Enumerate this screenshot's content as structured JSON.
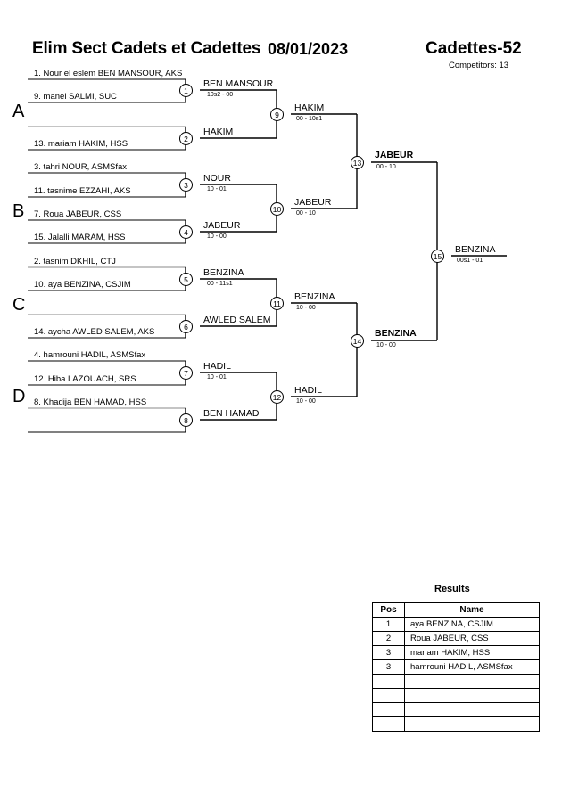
{
  "header": {
    "title": "Elim Sect Cadets et Cadettes",
    "date": "08/01/2023",
    "category": "Cadettes-52",
    "competitors": "Competitors: 13"
  },
  "sections": [
    {
      "letter": "A"
    },
    {
      "letter": "B"
    },
    {
      "letter": "C"
    },
    {
      "letter": "D"
    }
  ],
  "entries": [
    {
      "label": "1. Nour el eslem BEN MANSOUR, AKS"
    },
    {
      "label": "9. manel SALMI, SUC"
    },
    {
      "label": ""
    },
    {
      "label": "13. mariam HAKIM, HSS"
    },
    {
      "label": "3. tahri NOUR, ASMSfax"
    },
    {
      "label": "11. tasnime EZZAHI, AKS"
    },
    {
      "label": "7. Roua JABEUR, CSS"
    },
    {
      "label": "15. Jalalli MARAM, HSS"
    },
    {
      "label": "2. tasnim DKHIL, CTJ"
    },
    {
      "label": "10. aya BENZINA, CSJIM"
    },
    {
      "label": ""
    },
    {
      "label": "14. aycha AWLED SALEM, AKS"
    },
    {
      "label": "4. hamrouni HADIL, ASMSfax"
    },
    {
      "label": "12. Hiba LAZOUACH, SRS"
    },
    {
      "label": "8. Khadija BEN HAMAD, HSS"
    },
    {
      "label": ""
    }
  ],
  "matches": [
    {
      "num": "1",
      "winner": "BEN MANSOUR",
      "score": "10s2 - 00",
      "bold": false
    },
    {
      "num": "2",
      "winner": "HAKIM",
      "score": "",
      "bold": false
    },
    {
      "num": "3",
      "winner": "NOUR",
      "score": "10 - 01",
      "bold": false
    },
    {
      "num": "4",
      "winner": "JABEUR",
      "score": "10 - 00",
      "bold": false
    },
    {
      "num": "5",
      "winner": "BENZINA",
      "score": "00 - 11s1",
      "bold": false
    },
    {
      "num": "6",
      "winner": "AWLED SALEM",
      "score": "",
      "bold": false
    },
    {
      "num": "7",
      "winner": "HADIL",
      "score": "10 - 01",
      "bold": false
    },
    {
      "num": "8",
      "winner": "BEN HAMAD",
      "score": "",
      "bold": false
    },
    {
      "num": "9",
      "winner": "HAKIM",
      "score": "00 - 10s1",
      "bold": false
    },
    {
      "num": "10",
      "winner": "JABEUR",
      "score": "00 - 10",
      "bold": false
    },
    {
      "num": "11",
      "winner": "BENZINA",
      "score": "10 - 00",
      "bold": false
    },
    {
      "num": "12",
      "winner": "HADIL",
      "score": "10 - 00",
      "bold": false
    },
    {
      "num": "13",
      "winner": "JABEUR",
      "score": "00 - 10",
      "bold": true
    },
    {
      "num": "14",
      "winner": "BENZINA",
      "score": "10 - 00",
      "bold": true
    },
    {
      "num": "15",
      "winner": "BENZINA",
      "score": "00s1 - 01",
      "bold": false
    }
  ],
  "results": {
    "title": "Results",
    "columns": {
      "pos": "Pos",
      "name": "Name"
    },
    "rows": [
      {
        "pos": "1",
        "name": "aya BENZINA, CSJIM"
      },
      {
        "pos": "2",
        "name": "Roua JABEUR, CSS"
      },
      {
        "pos": "3",
        "name": "mariam HAKIM, HSS"
      },
      {
        "pos": "3",
        "name": "hamrouni HADIL, ASMSfax"
      },
      {
        "pos": "",
        "name": ""
      },
      {
        "pos": "",
        "name": ""
      },
      {
        "pos": "",
        "name": ""
      },
      {
        "pos": "",
        "name": ""
      }
    ]
  }
}
